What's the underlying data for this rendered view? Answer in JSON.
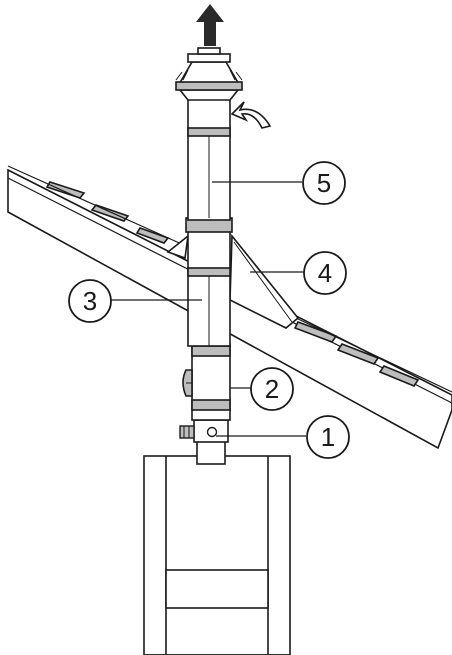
{
  "callouts": [
    {
      "id": "1",
      "label": "1"
    },
    {
      "id": "2",
      "label": "2"
    },
    {
      "id": "3",
      "label": "3"
    },
    {
      "id": "4",
      "label": "4"
    },
    {
      "id": "5",
      "label": "5"
    }
  ],
  "colors": {
    "stroke": "#1a1a1a",
    "fill_gray": "#bdbdbd",
    "fill_dark": "#2a2a2a",
    "background": "#ffffff"
  },
  "icons": {
    "exhaust": "up-arrow-icon",
    "intake": "curved-arrow-icon"
  }
}
